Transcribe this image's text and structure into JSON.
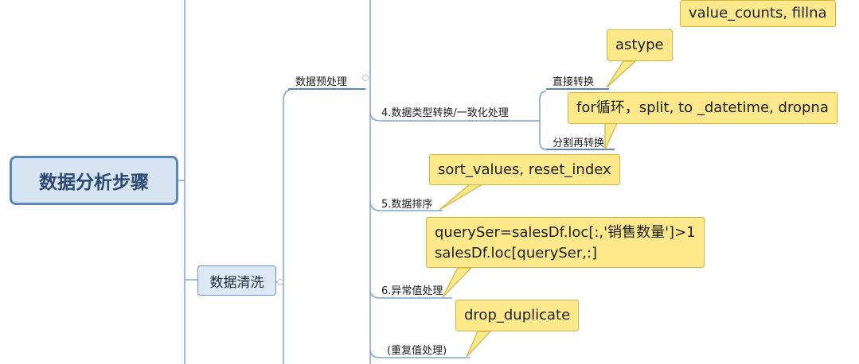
{
  "root": {
    "title": "数据分析步骤"
  },
  "main_topic": {
    "label": "数据清洗"
  },
  "subtopics": {
    "preprocess": "数据预处理",
    "type_convert": "4.数据类型转换/一致化处理",
    "direct_convert": "直接转换",
    "split_convert": "分割再转换",
    "sort": "5.数据排序",
    "outlier": "6.异常值处理",
    "duplicate": "(重复值处理)"
  },
  "notes": {
    "value_counts": "value_counts, fillna",
    "astype": "astype",
    "for_loop": "for循环，split,  to _datetime, dropna",
    "sort_values": "sort_values, reset_index",
    "query_lines": [
      "querySer=salesDf.loc[:,'销售数量']>1",
      "salesDf.loc[querySer,:]"
    ],
    "drop_duplicate": "drop_duplicate"
  },
  "colors": {
    "connector": "#7ea3c8",
    "underline": "#5b86b9",
    "callout_fill": "#fde98c",
    "callout_border": "#d3b43a",
    "root_fill": "#d7e4f3",
    "root_border": "#5b86b9"
  }
}
